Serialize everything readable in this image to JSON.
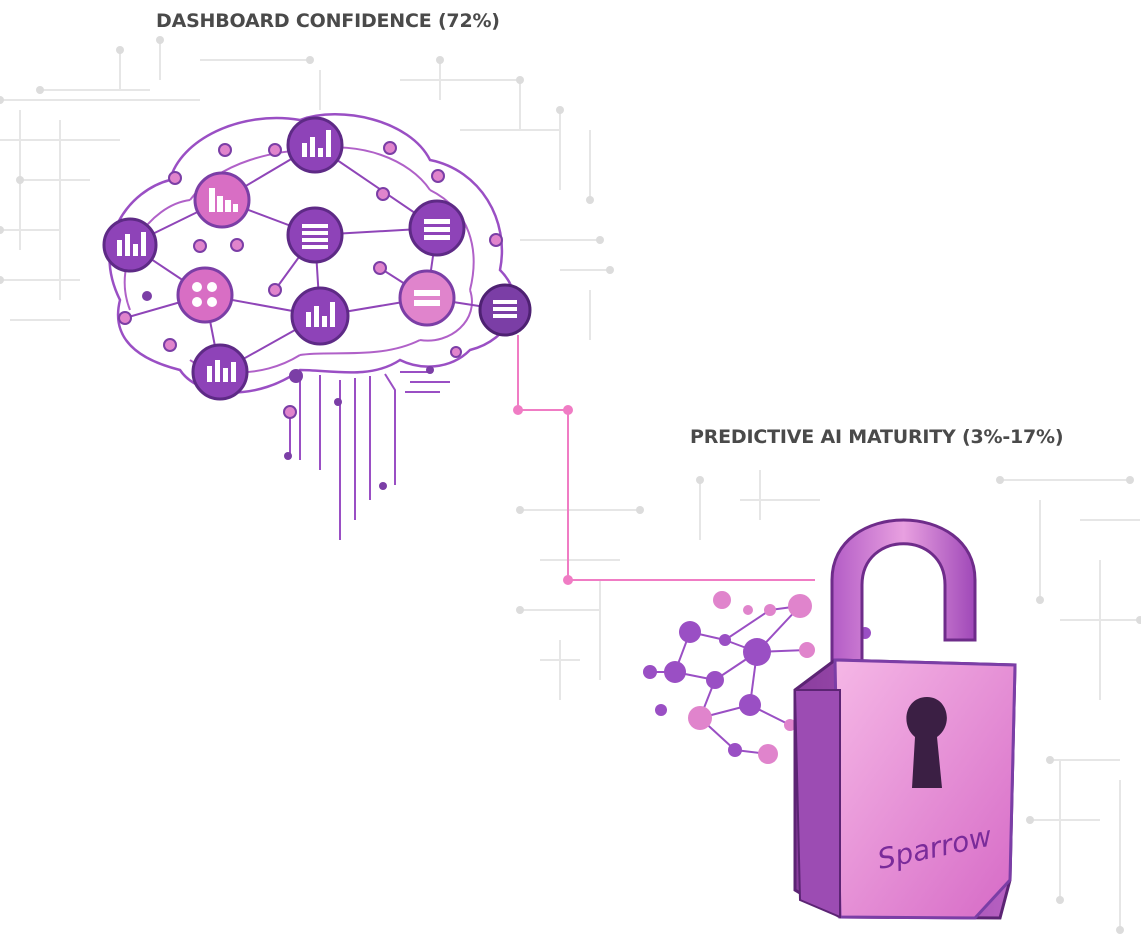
{
  "labels": {
    "dashboard": "DASHBOARD CONFIDENCE (72%)",
    "predictive": "PREDICTIVE AI MATURITY (3%-17%)"
  },
  "lock": {
    "brand": "Sparrow"
  },
  "colors": {
    "purple_dark": "#7b3ea6",
    "purple_mid": "#9a4fc4",
    "pink": "#e67fc8",
    "pink_light": "#f2a6de",
    "connector": "#f07cc4",
    "circuit_grey": "#e3e3e3",
    "text": "#4a4a4a"
  },
  "icons": [
    "brain-network-illustration",
    "padlock-illustration",
    "bar-chart-icon",
    "table-icon",
    "list-icon",
    "puzzle-icon"
  ]
}
